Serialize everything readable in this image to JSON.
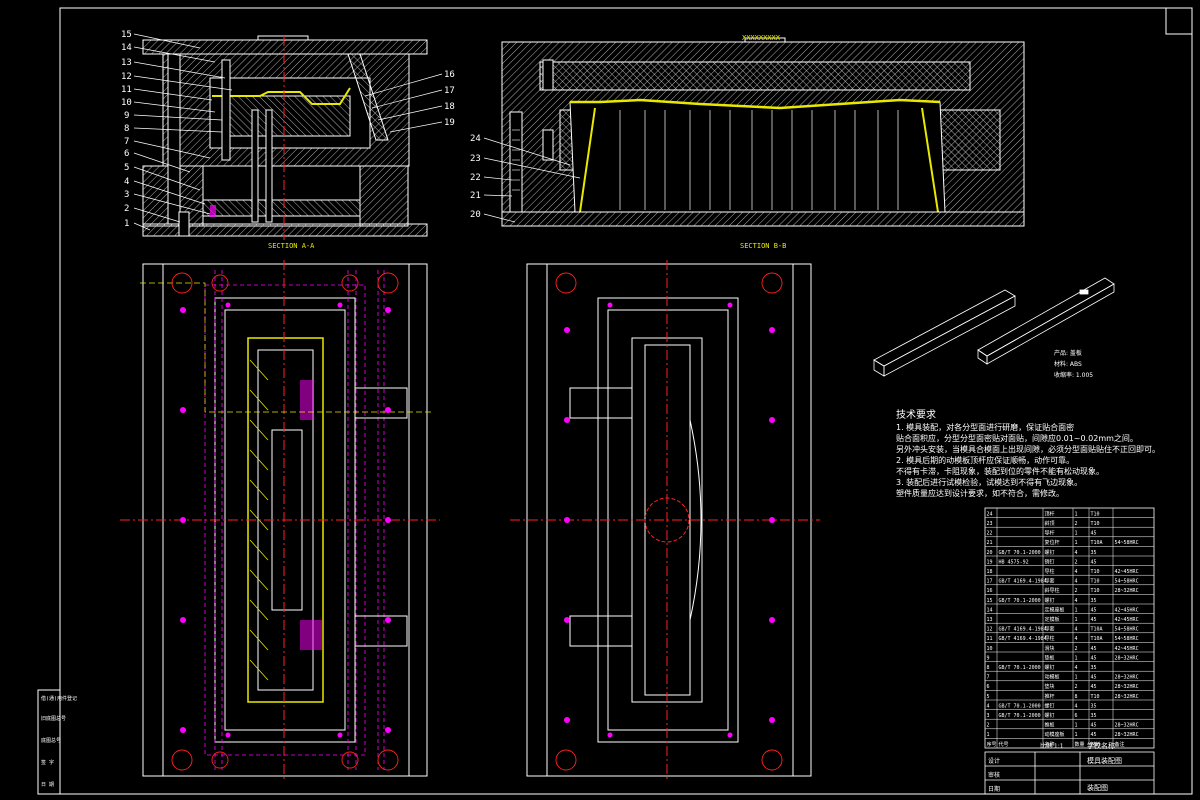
{
  "section_labels": {
    "a": "SECTION A-A",
    "b": "SECTION B-B",
    "top_tag": "XXXXXXXXX"
  },
  "part_numbers_left": [
    "15",
    "14",
    "13",
    "12",
    "11",
    "10",
    "9",
    "8",
    "7",
    "6",
    "5",
    "4",
    "3",
    "2",
    "1"
  ],
  "part_numbers_mid": [
    "16",
    "17",
    "18",
    "19"
  ],
  "part_numbers_right": [
    "24",
    "23",
    "22",
    "21",
    "20"
  ],
  "product_info": {
    "product": "产品: 盖板",
    "material": "材料: ABS",
    "shrinkage": "收缩率: 1.005"
  },
  "technical_requirements": {
    "title": "技术要求",
    "lines": [
      "1. 模具装配，对各分型面进行研磨，保证贴合面密",
      "贴合面积应，分型分型面密贴对面贴，间隙应0.01~0.02mm之间。",
      "另外冲头安装，当模具合模面上出现间隙，必须分型面贴贴住不正回即可。",
      "2. 模具后期的动模板顶杆应保证顺畅，动作可靠。",
      "不得有卡滞，卡阻现象，装配到位的零件不能有松动现象。",
      "3. 装配后进行试模检验，试模达到不得有飞边现象。",
      "塑件质量应达到设计要求，如不符合，需修改。"
    ]
  },
  "bom_rows": [
    {
      "no": "24",
      "std": "",
      "name": "顶杆",
      "qty": "1",
      "mat": "T10",
      "hard": ""
    },
    {
      "no": "23",
      "std": "",
      "name": "斜顶",
      "qty": "2",
      "mat": "T10",
      "hard": ""
    },
    {
      "no": "22",
      "std": "",
      "name": "导杆",
      "qty": "1",
      "mat": "45",
      "hard": ""
    },
    {
      "no": "21",
      "std": "",
      "name": "复位杆",
      "qty": "1",
      "mat": "T10A",
      "hard": "54~58HRC"
    },
    {
      "no": "20",
      "std": "GB/T 70.1-2000",
      "name": "螺钉",
      "qty": "4",
      "mat": "35",
      "hard": ""
    },
    {
      "no": "19",
      "std": "HB 4575-92",
      "name": "销钉",
      "qty": "2",
      "mat": "45",
      "hard": ""
    },
    {
      "no": "18",
      "std": "",
      "name": "导柱",
      "qty": "4",
      "mat": "T10",
      "hard": "42~45HRC"
    },
    {
      "no": "17",
      "std": "GB/T 4169.4-1984",
      "name": "导套",
      "qty": "4",
      "mat": "T10",
      "hard": "54~58HRC"
    },
    {
      "no": "16",
      "std": "",
      "name": "斜导柱",
      "qty": "2",
      "mat": "T10",
      "hard": "28~32HRC"
    },
    {
      "no": "15",
      "std": "GB/T 70.1-2000",
      "name": "螺钉",
      "qty": "4",
      "mat": "35",
      "hard": ""
    },
    {
      "no": "14",
      "std": "",
      "name": "定模座板",
      "qty": "1",
      "mat": "45",
      "hard": "42~45HRC"
    },
    {
      "no": "13",
      "std": "",
      "name": "定模板",
      "qty": "1",
      "mat": "45",
      "hard": "42~45HRC"
    },
    {
      "no": "12",
      "std": "GB/T 4169.4-1984",
      "name": "导套",
      "qty": "4",
      "mat": "T10A",
      "hard": "54~58HRC"
    },
    {
      "no": "11",
      "std": "GB/T 4169.4-1984",
      "name": "导柱",
      "qty": "4",
      "mat": "T10A",
      "hard": "54~58HRC"
    },
    {
      "no": "10",
      "std": "",
      "name": "滑块",
      "qty": "2",
      "mat": "45",
      "hard": "42~45HRC"
    },
    {
      "no": "9",
      "std": "",
      "name": "垫板",
      "qty": "1",
      "mat": "45",
      "hard": "28~32HRC"
    },
    {
      "no": "8",
      "std": "GB/T 70.1-2000",
      "name": "螺钉",
      "qty": "4",
      "mat": "35",
      "hard": ""
    },
    {
      "no": "7",
      "std": "",
      "name": "动模板",
      "qty": "1",
      "mat": "45",
      "hard": "28~32HRC"
    },
    {
      "no": "6",
      "std": "",
      "name": "垫块",
      "qty": "2",
      "mat": "45",
      "hard": "28~32HRC"
    },
    {
      "no": "5",
      "std": "",
      "name": "推杆",
      "qty": "8",
      "mat": "T10",
      "hard": "28~32HRC"
    },
    {
      "no": "4",
      "std": "GB/T 70.1-2000",
      "name": "螺钉",
      "qty": "4",
      "mat": "35",
      "hard": ""
    },
    {
      "no": "3",
      "std": "GB/T 70.1-2000",
      "name": "螺钉",
      "qty": "6",
      "mat": "35",
      "hard": ""
    },
    {
      "no": "2",
      "std": "",
      "name": "推板",
      "qty": "1",
      "mat": "45",
      "hard": "28~32HRC"
    },
    {
      "no": "1",
      "std": "",
      "name": "动模座板",
      "qty": "1",
      "mat": "45",
      "hard": "28~32HRC"
    }
  ],
  "bom_header": [
    "序号",
    "代号",
    "名称",
    "数量",
    "材料",
    "备注"
  ],
  "title_block": {
    "school": "学校名称",
    "drawing_name": "模具装配图",
    "drawing_no": "装配图",
    "scale_label": "比例 1:1",
    "designer": "设计",
    "checker": "审核",
    "date": "日期"
  },
  "left_margin_labels": [
    "借(通)用件登记",
    "旧底图总号",
    "底图总号",
    "签 字",
    "日 期"
  ],
  "colors": {
    "yellow": "#e8e800",
    "magenta": "#ff00ff",
    "red": "#ff2020",
    "white": "#ffffff",
    "bg": "#000000"
  }
}
